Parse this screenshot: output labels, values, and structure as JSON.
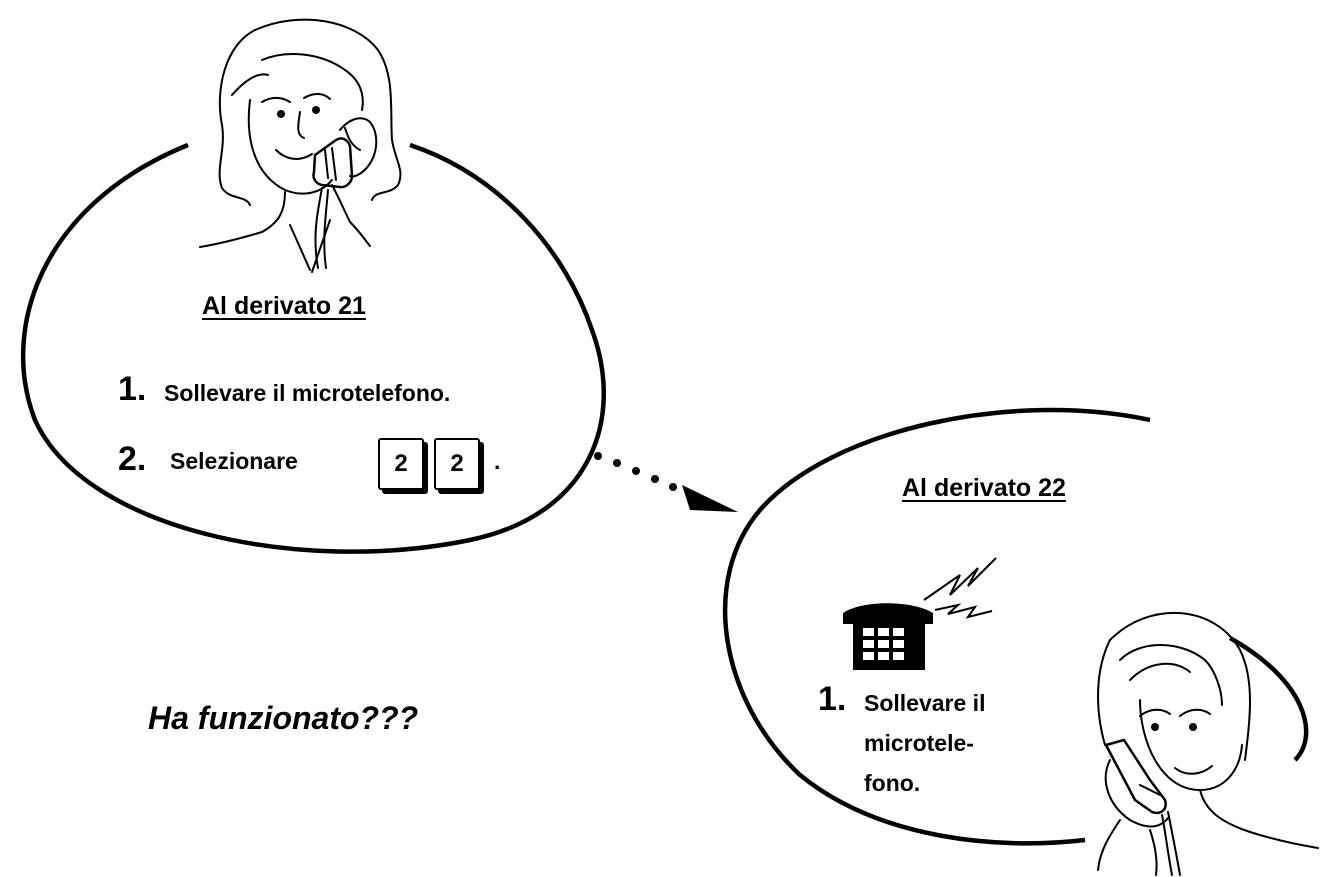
{
  "caller": {
    "heading": "Al derivato 21",
    "steps": [
      {
        "number": "1.",
        "text": "Sollevare il microtelefono."
      },
      {
        "number": "2.",
        "text": "Selezionare",
        "keys": [
          "2",
          "2"
        ],
        "suffix": "."
      }
    ]
  },
  "receiver": {
    "heading": "Al derivato 22",
    "step": {
      "number": "1.",
      "lines": [
        "Sollevare il",
        "microtele-",
        "fono."
      ]
    }
  },
  "question": "Ha funzionato???"
}
